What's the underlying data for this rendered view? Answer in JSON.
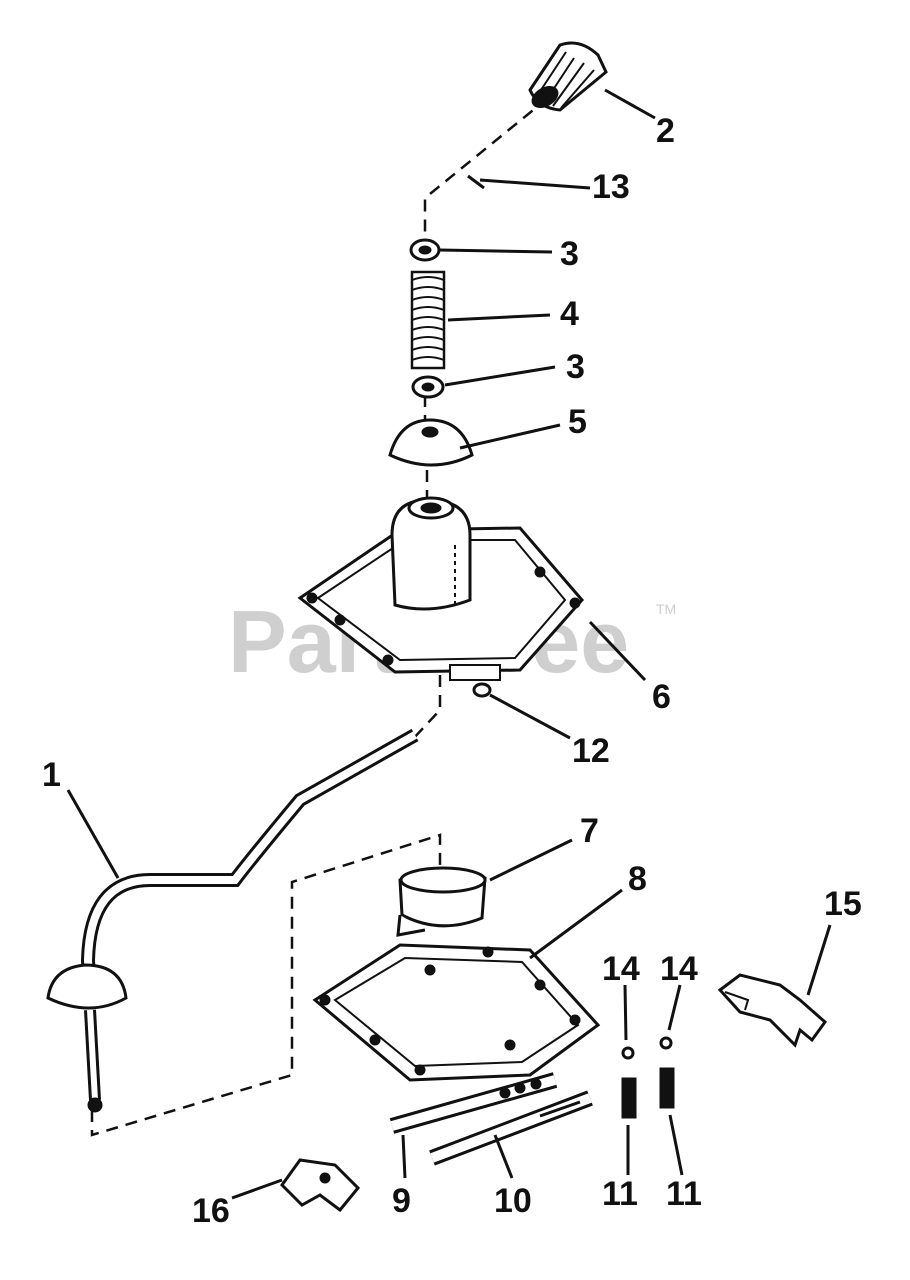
{
  "watermark": {
    "text": "PartsTree",
    "trademark": "TM"
  },
  "callouts": [
    {
      "id": "c1",
      "label": "1"
    },
    {
      "id": "c2",
      "label": "2"
    },
    {
      "id": "c13",
      "label": "13"
    },
    {
      "id": "c3a",
      "label": "3"
    },
    {
      "id": "c4",
      "label": "4"
    },
    {
      "id": "c3b",
      "label": "3"
    },
    {
      "id": "c5",
      "label": "5"
    },
    {
      "id": "c6",
      "label": "6"
    },
    {
      "id": "c12",
      "label": "12"
    },
    {
      "id": "c7",
      "label": "7"
    },
    {
      "id": "c8",
      "label": "8"
    },
    {
      "id": "c15",
      "label": "15"
    },
    {
      "id": "c14a",
      "label": "14"
    },
    {
      "id": "c14b",
      "label": "14"
    },
    {
      "id": "c11a",
      "label": "11"
    },
    {
      "id": "c11b",
      "label": "11"
    },
    {
      "id": "c9",
      "label": "9"
    },
    {
      "id": "c10",
      "label": "10"
    },
    {
      "id": "c16",
      "label": "16"
    }
  ],
  "colors": {
    "ink": "#111111",
    "watermark": "#cfcfcf",
    "background": "#ffffff"
  }
}
